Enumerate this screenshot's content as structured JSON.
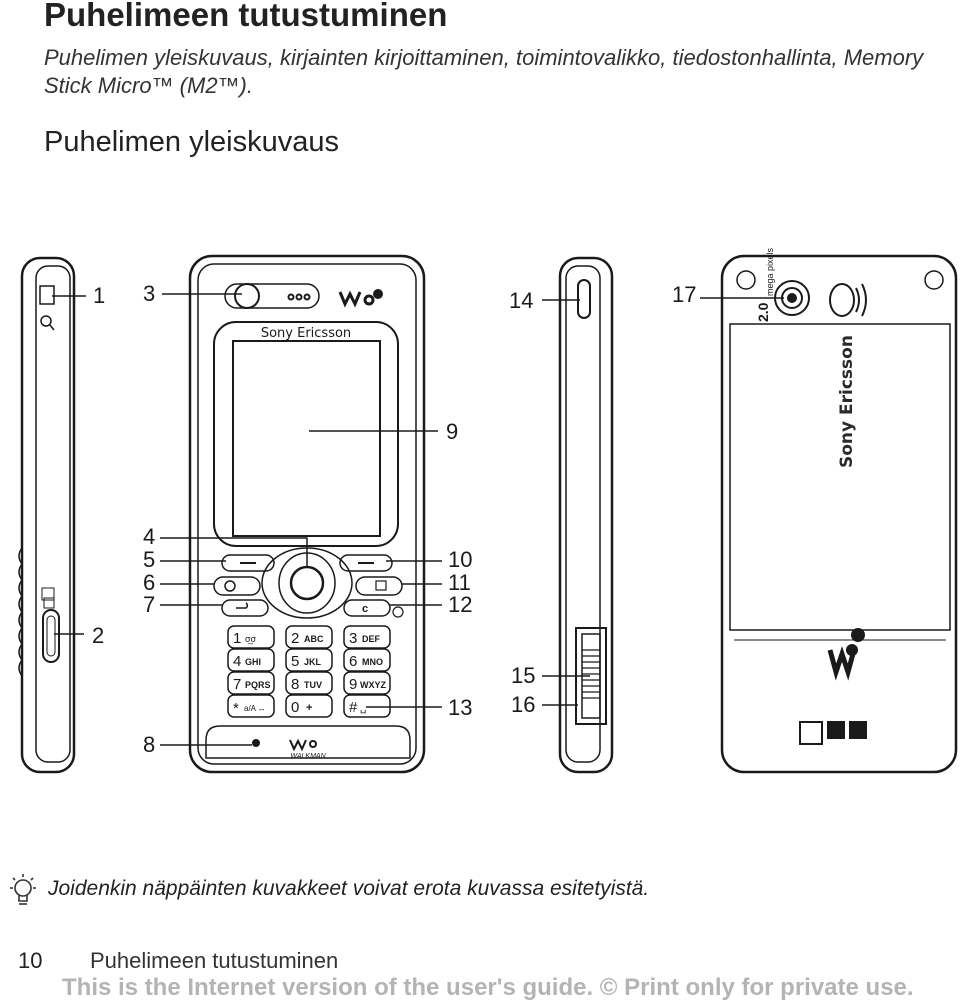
{
  "header": {
    "title": "Puhelimeen tutustuminen",
    "subtitle": "Puhelimen yleiskuvaus, kirjainten kirjoittaminen, toimintovalikko, tiedostonhallinta, Memory Stick Micro™ (M2™).",
    "section_heading": "Puhelimen yleiskuvaus"
  },
  "figure": {
    "callouts": [
      "1",
      "2",
      "3",
      "4",
      "5",
      "6",
      "7",
      "8",
      "9",
      "10",
      "11",
      "12",
      "13",
      "14",
      "15",
      "16",
      "17"
    ],
    "brand": "Sony Ericsson",
    "walkman_text": "WALKMAN",
    "camera_text_big": "2.0",
    "camera_text_small": "mega pixels",
    "keypad": [
      {
        "digit": "1",
        "letters": "σ̲σ"
      },
      {
        "digit": "2",
        "letters": "ABC"
      },
      {
        "digit": "3",
        "letters": "DEF"
      },
      {
        "digit": "4",
        "letters": "GHI"
      },
      {
        "digit": "5",
        "letters": "JKL"
      },
      {
        "digit": "6",
        "letters": "MNO"
      },
      {
        "digit": "7",
        "letters": "PQRS"
      },
      {
        "digit": "8",
        "letters": "TUV"
      },
      {
        "digit": "9",
        "letters": "WXYZ"
      },
      {
        "digit": "*",
        "letters": "a/A ↔"
      },
      {
        "digit": "0",
        "letters": "+"
      },
      {
        "digit": "#",
        "letters": "␣"
      }
    ],
    "clear_key": "c"
  },
  "note": {
    "icon": "lightbulb-icon",
    "text": "Joidenkin näppäinten kuvakkeet voivat erota kuvassa esitetyistä."
  },
  "footer": {
    "page_number": "10",
    "chapter": "Puhelimeen tutustuminen",
    "watermark": "This is the Internet version of the user's guide. © Print only for private use."
  }
}
